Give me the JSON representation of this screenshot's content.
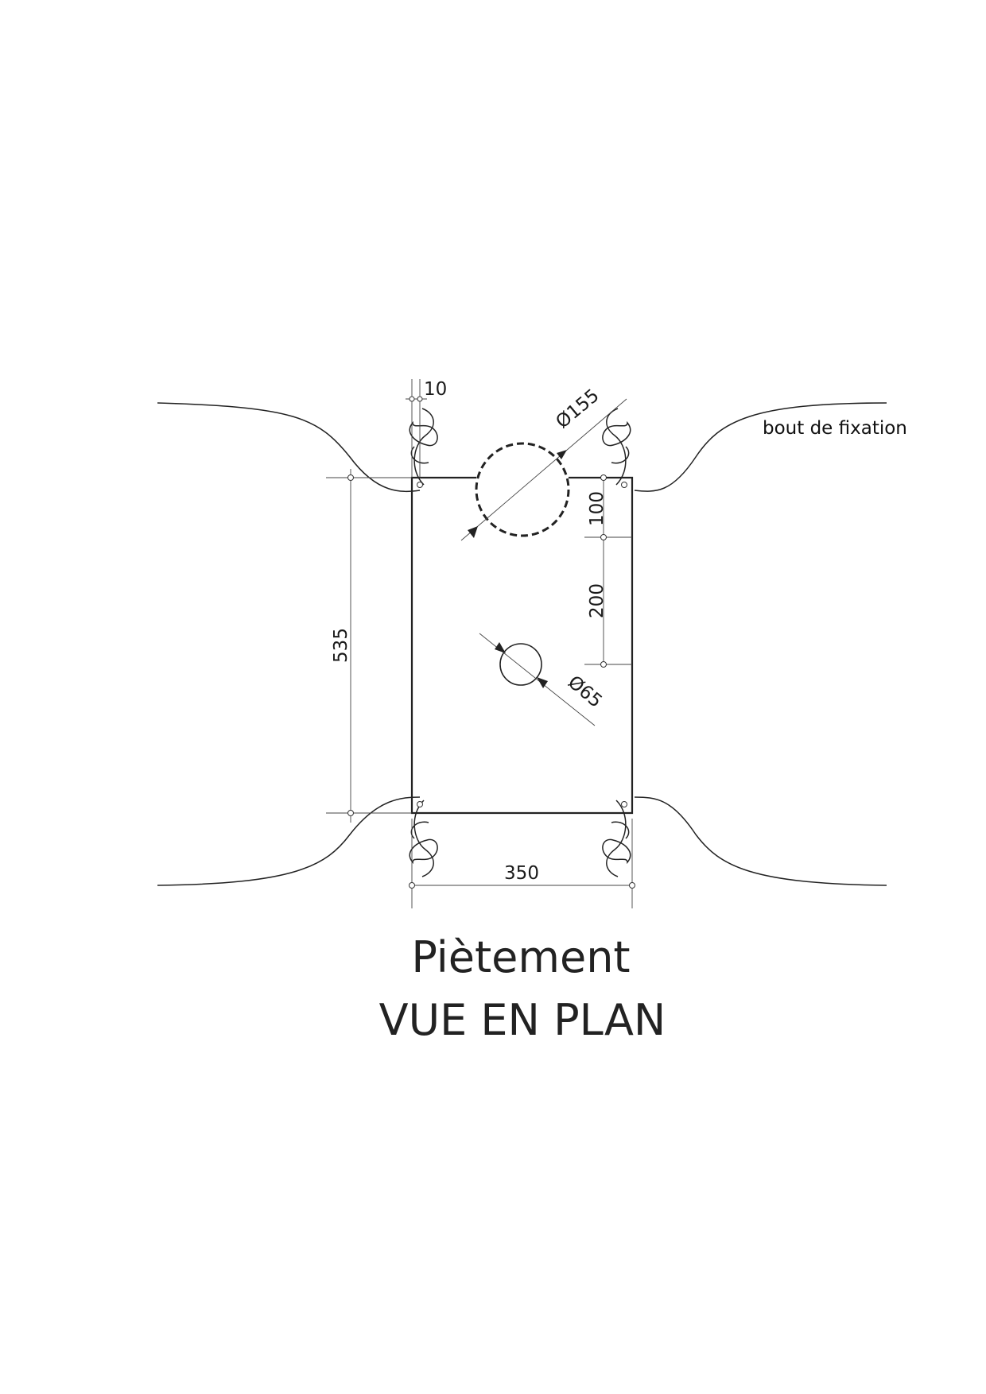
{
  "labels": {
    "rope_label": "bout de fixation",
    "title_line1": "Piètement",
    "title_line2": "VUE EN PLAN"
  },
  "dimensions": {
    "width": "350",
    "height": "535",
    "hole_offset": "10",
    "large_diameter": "Ø155",
    "small_diameter": "Ø65",
    "top_offset": "100",
    "spacing": "200"
  }
}
